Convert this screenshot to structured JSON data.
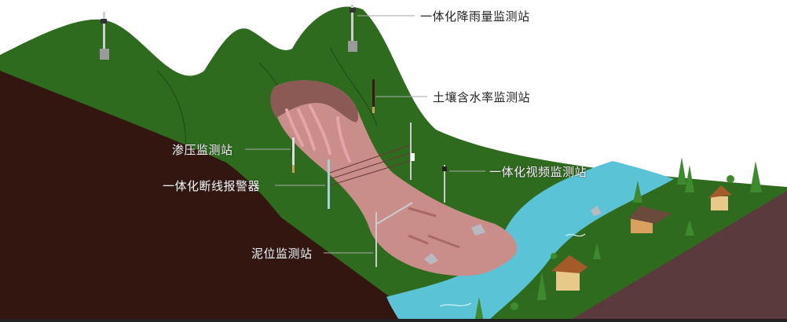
{
  "labels": {
    "rain": "一体化降雨量监测站",
    "soil": "土壤含水率监测站",
    "seepage": "渗压监测站",
    "wire": "一体化断线报警器",
    "video": "一体化视频监测站",
    "mud": "泥位监测站"
  },
  "colors": {
    "mountain": "#2f6b1f",
    "soil_dark": "#331610",
    "ground_right": "#5a3a3c",
    "river": "#5bc3d6",
    "landslide": "#c98d8a"
  }
}
